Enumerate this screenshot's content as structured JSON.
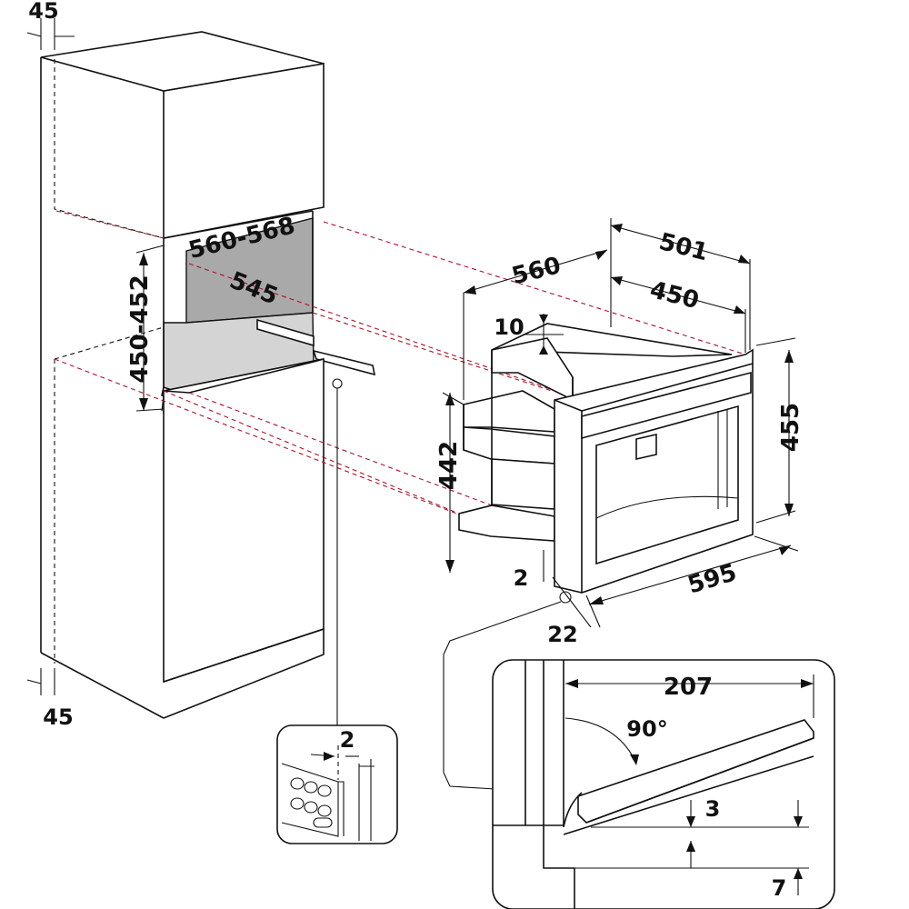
{
  "dimensions": {
    "side_gap_top": "45",
    "side_gap_bottom": "45",
    "niche_width": "560-568",
    "niche_depth": "545",
    "niche_height": "450-452",
    "appliance_total_depth": "501",
    "appliance_body_depth": "450",
    "appliance_width_body": "560",
    "front_offset_top": "10",
    "appliance_body_height": "442",
    "appliance_front_height": "455",
    "appliance_front_width": "595",
    "bottom_gap": "2",
    "front_panel_thickness": "22",
    "detail_gap": "2",
    "door_opening_depth": "207",
    "door_opening_angle": "90°",
    "door_clearance_small": "3",
    "door_clearance_bottom": "7"
  },
  "colors": {
    "line": "#111111",
    "projection_dash": "#b0102a",
    "niche_back": "#a9a9a9",
    "niche_floor": "#d4d4d4"
  }
}
